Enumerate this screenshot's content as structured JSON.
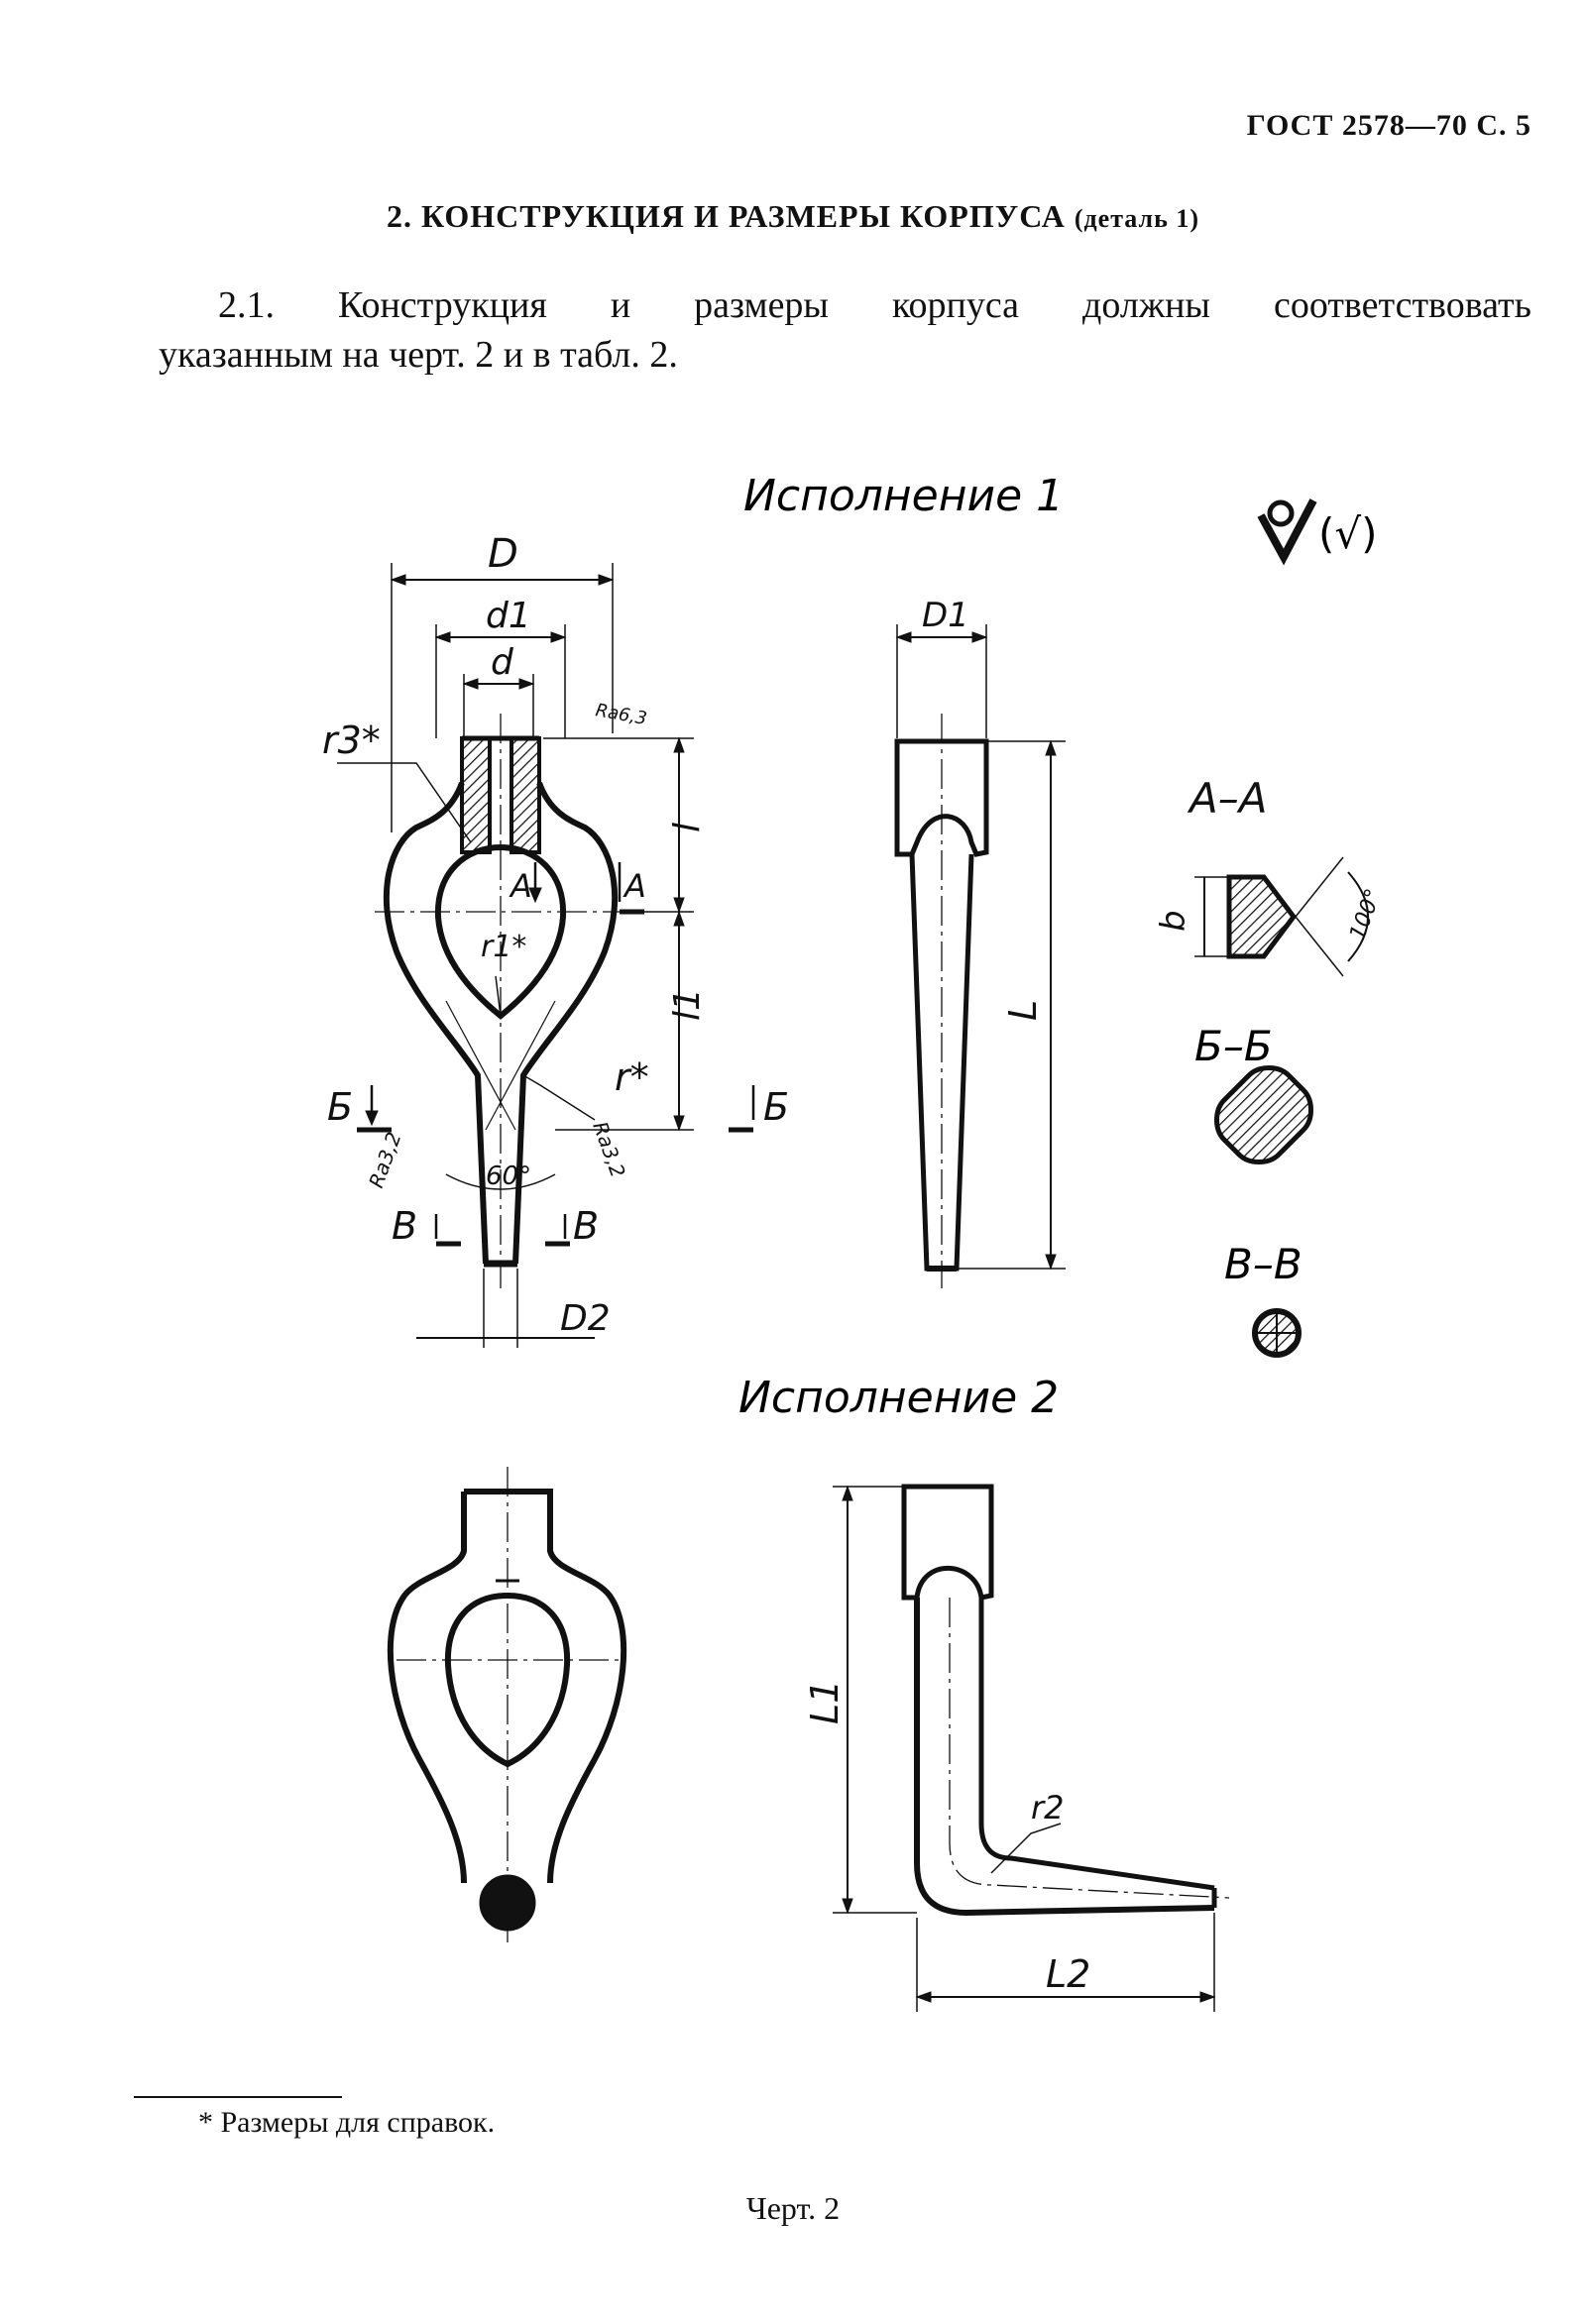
{
  "header": {
    "standard": "ГОСТ 2578—70 С. 5"
  },
  "section": {
    "title": "2. КОНСТРУКЦИЯ И РАЗМЕРЫ КОРПУСА",
    "detail": "(деталь 1)"
  },
  "paragraph": {
    "line1": "2.1. Конструкция и размеры корпуса должны соответствовать",
    "line2": "указанным на черт. 2 и в табл. 2."
  },
  "drawing": {
    "variant1_title": "Исполнение 1",
    "variant2_title": "Исполнение 2",
    "roughness_symbol": "(√)",
    "labels": {
      "D": "D",
      "d1": "d1",
      "d": "d",
      "r3": "r3*",
      "l": "l",
      "l1": "l1",
      "A_left": "A",
      "A_right": "A",
      "r1": "r1*",
      "r": "r*",
      "B_left": "Б",
      "B_right": "Б",
      "V_left": "В",
      "V_right": "В",
      "angle60": "60°",
      "ra32_left": "Ra3,2",
      "ra32_right": "Ra3,2",
      "ra63": "Ra6,3",
      "D2": "D2",
      "D1": "D1",
      "L": "L",
      "sectionAA": "А–А",
      "b": "b",
      "angle100": "100°",
      "sectionBB": "Б–Б",
      "sectionVV": "В–В",
      "L1": "L1",
      "r2": "r2",
      "L2": "L2"
    }
  },
  "footnote": "* Размеры для справок.",
  "caption": "Черт. 2"
}
